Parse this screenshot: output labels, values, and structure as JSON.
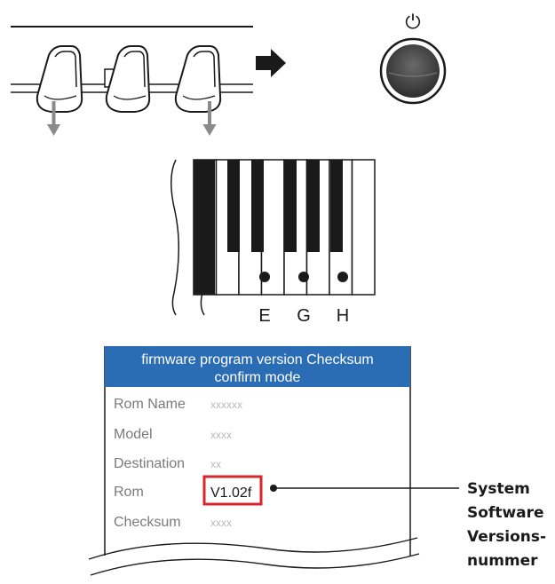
{
  "power_symbol": "⏻",
  "keyboard": {
    "key_labels": [
      "E",
      "G",
      "H"
    ]
  },
  "screen": {
    "header_line1": "firmware program version Checksum",
    "header_line2": "confirm mode",
    "rows": [
      {
        "label": "Rom Name",
        "value": "xxxxxx"
      },
      {
        "label": "Model",
        "value": "xxxx"
      },
      {
        "label": "Destination",
        "value": "xx"
      },
      {
        "label": "Rom",
        "value": "V1.02f"
      },
      {
        "label": "Checksum",
        "value": "xxxx"
      }
    ],
    "header_color": "#2b6db5",
    "highlight_color": "#d7262c"
  },
  "callout": {
    "lines": [
      "System",
      "Software",
      "Versions-",
      "nummer"
    ]
  },
  "icons": [
    "power-button-icon",
    "arrow-right-icon",
    "press-down-arrow-icon"
  ]
}
